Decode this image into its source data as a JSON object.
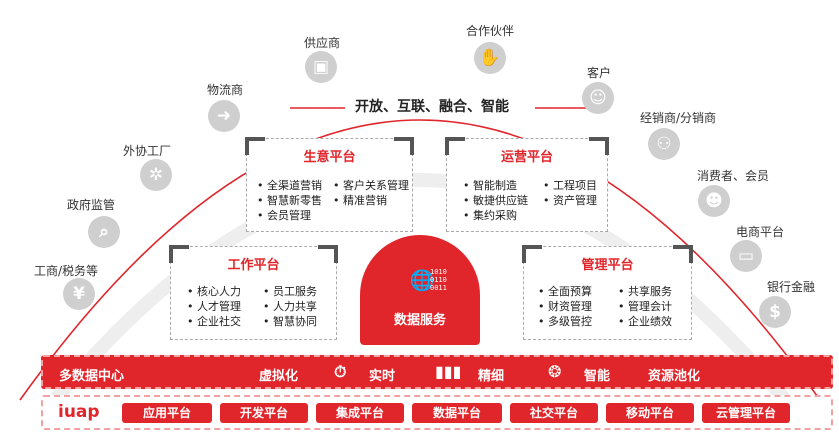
{
  "tagline": "开放、互联、融合、智能",
  "outer_nodes": [
    {
      "label": "工商/税务等",
      "icon": "yen-icon",
      "glyph": "¥"
    },
    {
      "label": "政府监管",
      "icon": "search-icon",
      "glyph": "⌕"
    },
    {
      "label": "外协工厂",
      "icon": "gear-icon",
      "glyph": "✲"
    },
    {
      "label": "物流商",
      "icon": "courier-icon",
      "glyph": "➜"
    },
    {
      "label": "供应商",
      "icon": "supplier-icon",
      "glyph": "▣"
    },
    {
      "label": "合作伙伴",
      "icon": "handshake-icon",
      "glyph": "✋"
    },
    {
      "label": "客户",
      "icon": "customer-icon",
      "glyph": "☺"
    },
    {
      "label": "经销商/分销商",
      "icon": "distributor-icon",
      "glyph": "⚇"
    },
    {
      "label": "消费者、会员",
      "icon": "consumer-icon",
      "glyph": "☻"
    },
    {
      "label": "电商平台",
      "icon": "monitor-icon",
      "glyph": "▭"
    },
    {
      "label": "银行金融",
      "icon": "dollar-icon",
      "glyph": "$"
    }
  ],
  "platforms": {
    "business": {
      "title": "生意平台",
      "col1": [
        "全渠道营销",
        "智慧新零售",
        "会员管理"
      ],
      "col2": [
        "客户关系管理",
        "精准营销"
      ]
    },
    "operations": {
      "title": "运营平台",
      "col1": [
        "智能制造",
        "敏捷供应链",
        "集约采购"
      ],
      "col2": [
        "工程项目",
        "资产管理"
      ]
    },
    "work": {
      "title": "工作平台",
      "col1": [
        "核心人力",
        "人才管理",
        "企业社交"
      ],
      "col2": [
        "员工服务",
        "人力共享",
        "智慧协同"
      ]
    },
    "management": {
      "title": "管理平台",
      "col1": [
        "全面预算",
        "财资管理",
        "多级管控"
      ],
      "col2": [
        "共享服务",
        "管理会计",
        "企业绩效"
      ]
    }
  },
  "data_service": {
    "title": "数据服务",
    "bits": [
      "1010",
      "0110",
      "0011"
    ]
  },
  "bar1": {
    "label": "多数据中心",
    "items": [
      "虚拟化",
      "实时",
      "精细",
      "智能",
      "资源池化"
    ]
  },
  "bar2": {
    "label": "iuap",
    "pills": [
      "应用平台",
      "开发平台",
      "集成平台",
      "数据平台",
      "社交平台",
      "移动平台",
      "云管理平台"
    ]
  }
}
